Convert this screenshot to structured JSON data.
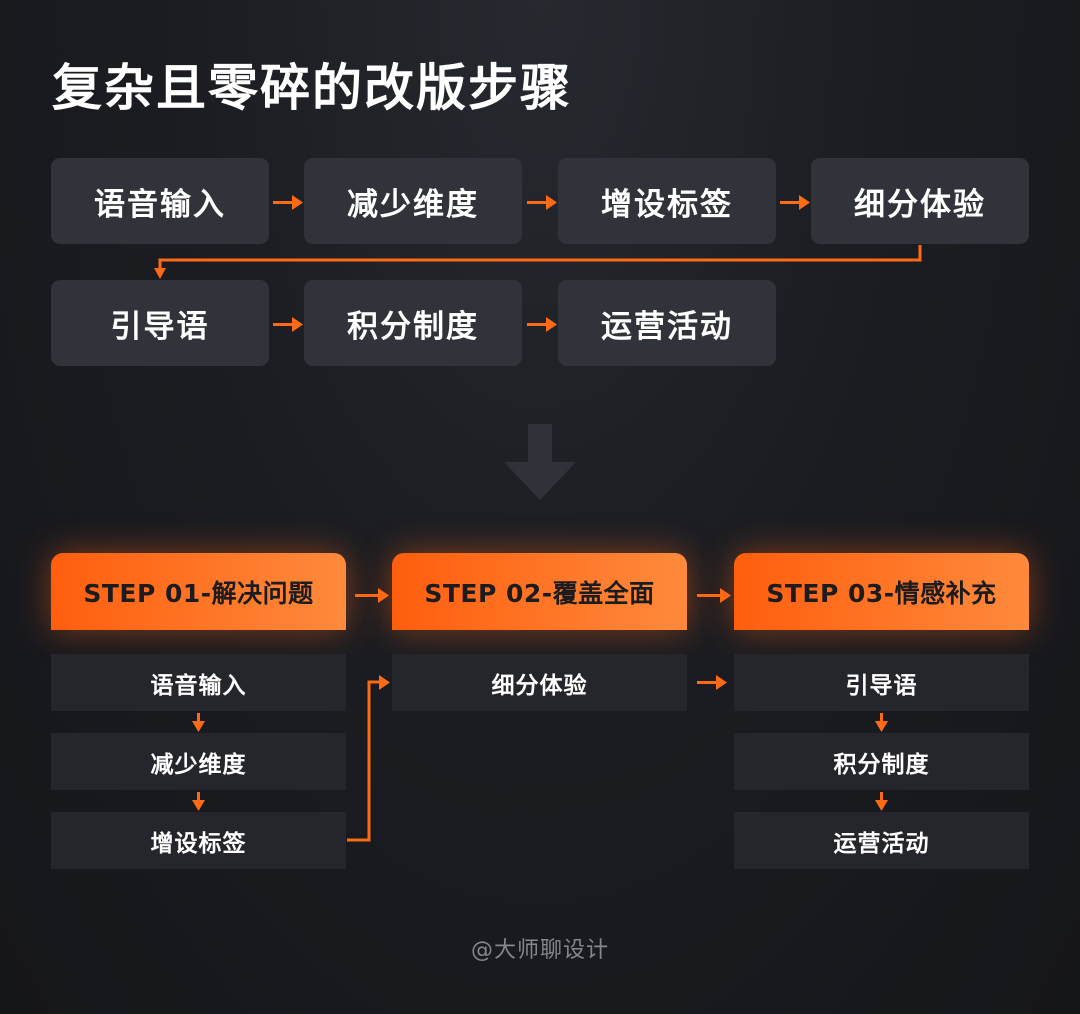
{
  "title": "复杂且零碎的改版步骤",
  "top_flow": {
    "row1": [
      "语音输入",
      "减少维度",
      "增设标签",
      "细分体验"
    ],
    "row2": [
      "引导语",
      "积分制度",
      "运营活动"
    ]
  },
  "steps": [
    {
      "title": "STEP 01-解决问题",
      "items": [
        "语音输入",
        "减少维度",
        "增设标签"
      ]
    },
    {
      "title": "STEP 02-覆盖全面",
      "items": [
        "细分体验"
      ]
    },
    {
      "title": "STEP 03-情感补充",
      "items": [
        "引导语",
        "积分制度",
        "运营活动"
      ]
    }
  ],
  "credit": "@大师聊设计",
  "colors": {
    "accent": "#ff6a14",
    "box": "#30333a",
    "cell": "#24262c",
    "big_arrow": "#2f3238"
  }
}
